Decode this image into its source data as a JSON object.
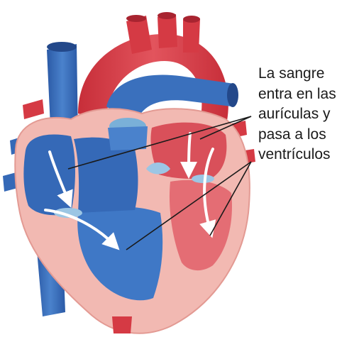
{
  "caption": {
    "lines": [
      "La sangre",
      "entra en las",
      "aurículas y",
      "pasa a los",
      "ventrículos"
    ]
  },
  "colors": {
    "deoxygenated": "#3569b7",
    "deoxygenated_dark": "#23488a",
    "oxygenated": "#d53a44",
    "oxygenated_light": "#e46d74",
    "heart_wall": "#f2b9b2",
    "heart_wall_dark": "#e39a93",
    "valve": "#9cc6e4",
    "leader_line": "#1a1a1a",
    "flow_arrow": "#ffffff"
  },
  "icons": [
    "flow-arrow-icon"
  ]
}
